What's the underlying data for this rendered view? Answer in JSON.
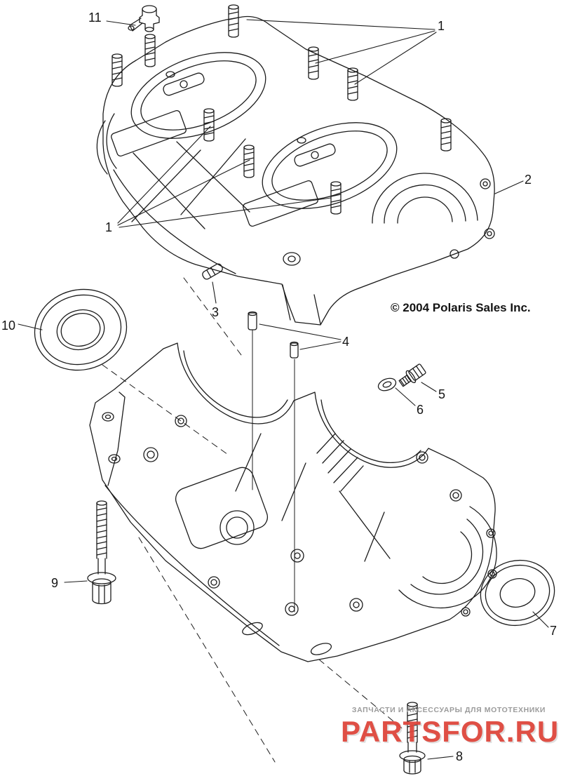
{
  "diagram": {
    "copyright": "© 2004 Polaris Sales Inc.",
    "line_color": "#1c1c1c",
    "callouts": [
      {
        "label": "11"
      },
      {
        "label": "1"
      },
      {
        "label": "2"
      },
      {
        "label": "1"
      },
      {
        "label": "3"
      },
      {
        "label": "4"
      },
      {
        "label": "10"
      },
      {
        "label": "5"
      },
      {
        "label": "6"
      },
      {
        "label": "9"
      },
      {
        "label": "7"
      },
      {
        "label": "8"
      }
    ]
  },
  "watermark": {
    "tagline": "ЗАПЧАСТИ И АКСЕССУАРЫ ДЛЯ МОТОТЕХНИКИ",
    "brand": "PARTSFOR.RU",
    "brand_color": "#de463c",
    "tagline_color": "#9b9b9b"
  }
}
